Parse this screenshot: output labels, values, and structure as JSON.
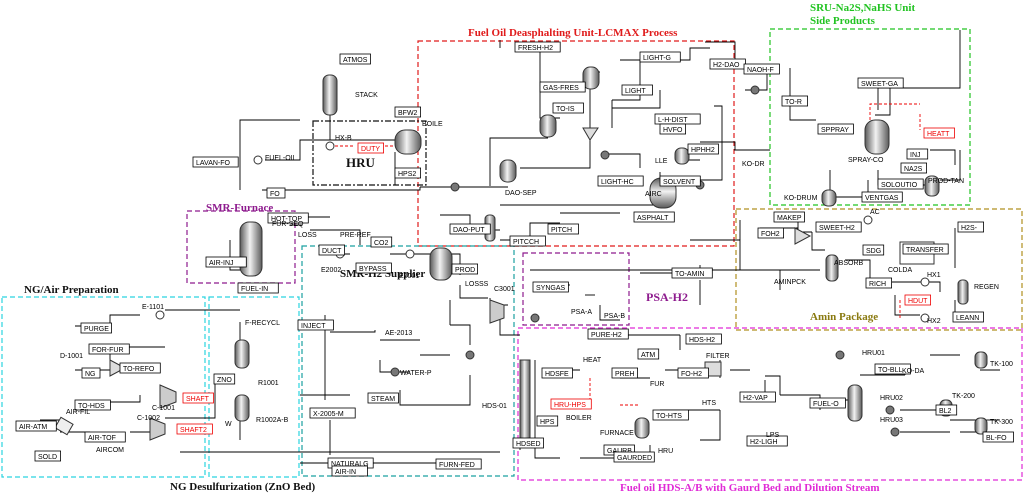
{
  "sections": {
    "fodu": {
      "label": "Fuel Oil Deasphalting Unit-LCMAX Process",
      "color": "#e01b1b"
    },
    "sru": {
      "label1": "SRU-Na2S,NaHS Unit",
      "label2": "Side Products",
      "color": "#22c322"
    },
    "smr_furnace": {
      "label": "SMR-Furnace",
      "color": "#8e1b8e"
    },
    "smr_h2": {
      "label": "SMR-H2 Supplier",
      "color": "#111111"
    },
    "psa": {
      "label": "PSA-H2",
      "color": "#8e1b8e"
    },
    "ng_air": {
      "label": "NG/Air Preparation",
      "color": "#111111"
    },
    "ng_desulf": {
      "label": "NG Desulfurization (ZnO Bed)",
      "color": "#111111"
    },
    "amin": {
      "label": "Amin Package",
      "color": "#8a7a10"
    },
    "hds": {
      "label": "Fuel oil HDS-A/B with Gaurd Bed and Dilution Stream",
      "color": "#e02bd6"
    },
    "hru": {
      "label": "HRU",
      "color": "#111111"
    }
  },
  "streams": [
    "ATMOS",
    "BFW2",
    "FRESH-H2",
    "GAS-FRES",
    "LIGHT-G",
    "LIGHT",
    "TO-IS",
    "L-H-DIST",
    "HVFO",
    "HPHH2",
    "LIGHT-HC",
    "SOLVENT",
    "ASPHALT",
    "PITCH",
    "PITCCH",
    "DAO-PUT",
    "H2-DAO",
    "NAOH-F",
    "TO-R",
    "SWEET-GA",
    "HEATT",
    "SPPRAY",
    "INJ",
    "NA2S",
    "SOLOUTIO",
    "VENTGAS",
    "MAKEP",
    "SWEET-H2",
    "SDG",
    "H2S-",
    "RICH",
    "HDUT",
    "LEANN",
    "TO-AMIN",
    "LAVAN-FO",
    "FO",
    "DUTY",
    "HPS2",
    "HOT-TOP",
    "AIR-INJ",
    "FUEL-IN",
    "CO2",
    "BYPASS",
    "PROD",
    "DUCT",
    "PURGE",
    "FOR-FUR",
    "TO-REFO",
    "NG",
    "ZNO",
    "SHAFT",
    "SHAFT2",
    "TO-HDS",
    "AIR-ATM",
    "AIR-TOF",
    "SOLD",
    "INJECT",
    "X-2005-M",
    "STEAM",
    "NATURALG",
    "AIR-IN",
    "FURN-FED",
    "SYNGAS",
    "PURE-H2",
    "HDS-H2",
    "ATM",
    "HDSFE",
    "PREH",
    "FO-H2",
    "HRU-HPS",
    "HPS",
    "HDSED",
    "GAURB",
    "GAURDED",
    "H2-VAP",
    "TO-HTS",
    "H2-LIGH",
    "FUEL-O",
    "TO-BLL",
    "BL2",
    "BL-FO",
    "FOH2",
    "TRANSFER"
  ],
  "labels": [
    "STACK",
    "HX-B",
    "BOILE",
    "FUEL-OIL",
    "DAO-SEP",
    "AIRC",
    "LLE",
    "KO-DR",
    "SPRAY-CO",
    "PROD-TAN",
    "KO-DRUM",
    "AC",
    "ABSORB",
    "AMINPCK",
    "COLDA",
    "HX1",
    "HX2",
    "REGEN",
    "FUR-SEQ",
    "LOSS",
    "PRE-REF",
    "E2002",
    "E2001",
    "LOSSS",
    "C3001",
    "PSA-A",
    "PSA-B",
    "AE-2013",
    "WATER-P",
    "E-1101",
    "F-RECYCL",
    "D-1001",
    "C-1001",
    "C-1002",
    "AIR-FIL",
    "AIRCOM",
    "R1001",
    "R1002A-B",
    "W",
    "HDS-01",
    "HEAT",
    "BOILER",
    "FURNACE",
    "HRU",
    "FUR",
    "FILTER",
    "HTS",
    "LPS",
    "HRU01",
    "HRU02",
    "HRU03",
    "KO-DA",
    "TK-100",
    "TK-200",
    "TK-300"
  ],
  "icons": [
    "column-icon",
    "reactor-icon",
    "flash-drum-icon",
    "heat-exchanger-icon",
    "pump-icon",
    "compressor-icon",
    "valve-icon",
    "mixer-icon",
    "splitter-icon",
    "tank-icon",
    "filter-icon",
    "furnace-icon"
  ]
}
